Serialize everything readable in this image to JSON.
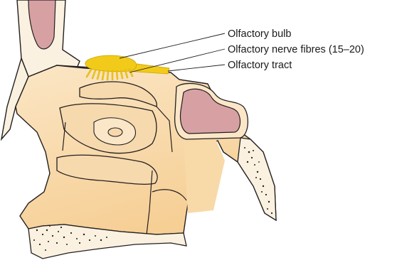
{
  "labels": {
    "bulb": "Olfactory bulb",
    "fibres": "Olfactory nerve fibres (15–20)",
    "tract": "Olfactory tract"
  },
  "colors": {
    "outline": "#231f20",
    "skin": "#f7d9ae",
    "skin_light": "#fbe7c8",
    "skin_dark": "#f2c98c",
    "bone": "#fbf1e0",
    "sinus": "#d7a1a3",
    "sinus_rim": "#f3d3cf",
    "nerve": "#f2cb1a",
    "nerve_edge": "#c9a200"
  }
}
